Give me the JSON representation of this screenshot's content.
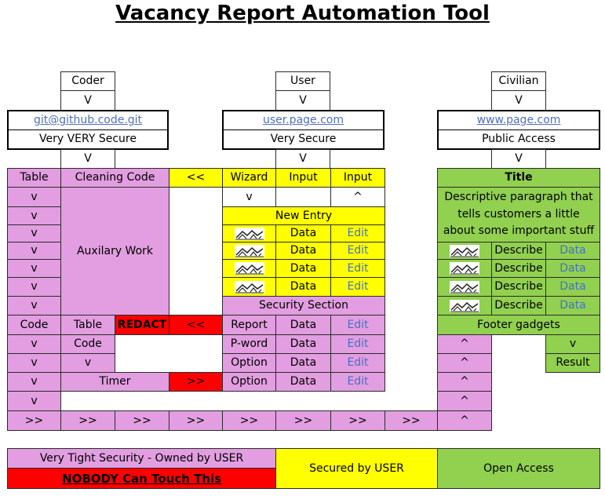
{
  "title": "Vacancy Report Automation Tool",
  "colors": {
    "pink": "#e29ee0",
    "yellow": "#ffff00",
    "green": "#92d050",
    "red": "#ff0000",
    "link": "#4472c4"
  },
  "icon": "house-outline-icon",
  "coder": {
    "label": "Coder",
    "arrow": "V",
    "url": "git@github.code.git",
    "security": "Very VERY Secure"
  },
  "user": {
    "label": "User",
    "arrow": "V",
    "url": "user.page.com",
    "security": "Very Secure"
  },
  "civilian": {
    "label": "Civilian",
    "arrow": "V",
    "url": "www.page.com",
    "security": "Public Access"
  },
  "left": {
    "table": "Table",
    "cleaning_code": "Cleaning Code",
    "aux_work": "Auxilary Work",
    "v": "v",
    "code": "Code",
    "table2": "Table",
    "redact": "REDACT",
    "back": "<<",
    "code2": "Code",
    "timer": "Timer",
    "fwd": ">>"
  },
  "mid": {
    "wizard": "Wizard",
    "input": "Input",
    "input2": "Input",
    "v": "v",
    "caret": "^",
    "new_entry": "New Entry",
    "data": "Data",
    "edit": "Edit",
    "security_section": "Security Section",
    "report": "Report",
    "pword": "P-word",
    "option": "Option"
  },
  "right": {
    "title": "Title",
    "paragraph": "Descriptive paragraph that tells customers a little about some important stuff",
    "describe": "Describe",
    "data": "Data",
    "footer": "Footer gadgets",
    "caret": "^",
    "v": "v",
    "result": "Result"
  },
  "bottom_row": ">>",
  "legend": {
    "tight": "Very Tight Security - Owned by USER",
    "nobody": "NOBODY Can Touch This",
    "secured_user": "Secured by USER",
    "open": "Open Access"
  }
}
